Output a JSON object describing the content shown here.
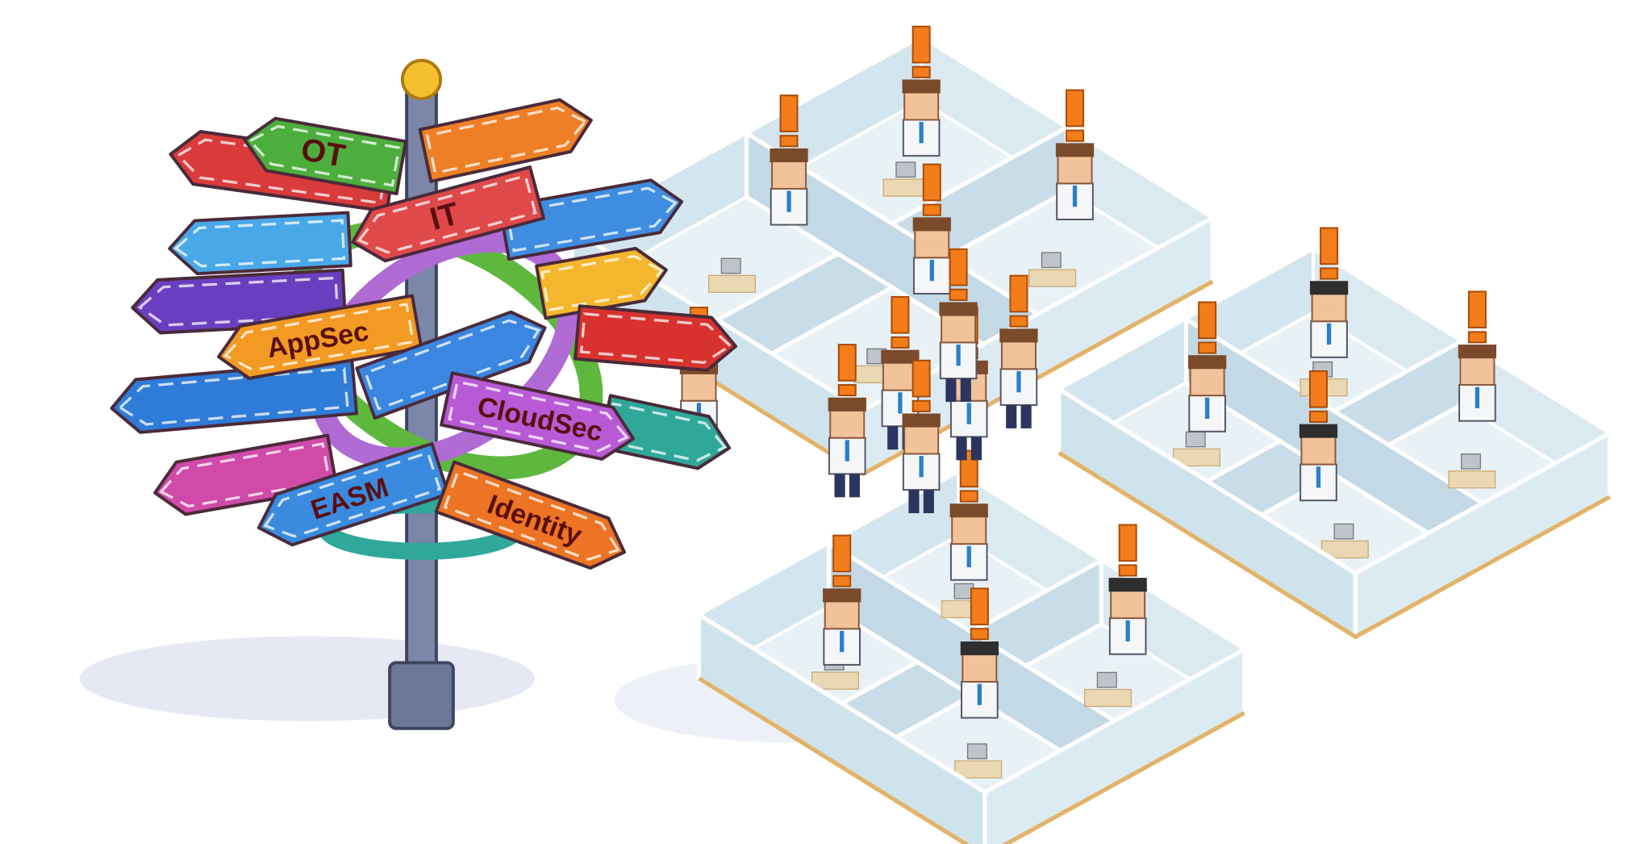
{
  "illustration": {
    "signpost": {
      "signs": [
        {
          "label": "",
          "color": "#d93a3a"
        },
        {
          "label": "OT",
          "color": "#4cae3c"
        },
        {
          "label": "",
          "color": "#ef7f26"
        },
        {
          "label": "",
          "color": "#3f8de0"
        },
        {
          "label": "",
          "color": "#49a8e8"
        },
        {
          "label": "",
          "color": "#6a3fbf"
        },
        {
          "label": "",
          "color": "#f4b62c"
        },
        {
          "label": "IT",
          "color": "#e0494a"
        },
        {
          "label": "",
          "color": "#d8322f"
        },
        {
          "label": "",
          "color": "#2f7bd8"
        },
        {
          "label": "AppSec",
          "color": "#f29a24"
        },
        {
          "label": "",
          "color": "#3a86e0"
        },
        {
          "label": "",
          "color": "#2fa89a"
        },
        {
          "label": "CloudSec",
          "color": "#b85ad6"
        },
        {
          "label": "",
          "color": "#d04aa8"
        },
        {
          "label": "EASM",
          "color": "#3a8ae0"
        },
        {
          "label": "Identity",
          "color": "#ec7424"
        }
      ],
      "pole_color": "#7b86a8",
      "finial_color": "#f5c030",
      "ring_colors": [
        "#5fb83e",
        "#b06ad4",
        "#2fa89a"
      ]
    },
    "office": {
      "wall_color": "#cfe3ec",
      "floor_color": "#e8f2f6",
      "trim_color": "#e2b36a",
      "alert_color": "#f27d1a"
    }
  }
}
